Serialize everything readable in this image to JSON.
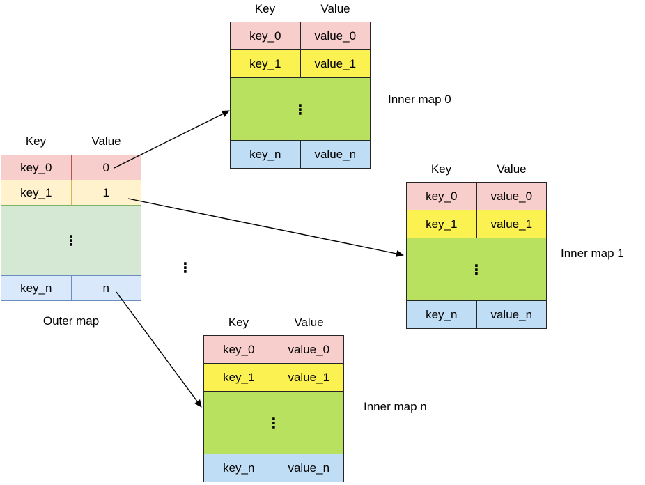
{
  "maps": [
    {
      "label": "Outer map",
      "headers": {
        "key": "Key",
        "value": "Value"
      },
      "rows": [
        {
          "key": "key_0",
          "value": "0"
        },
        {
          "key": "key_1",
          "value": "1"
        },
        {
          "ellipsis": "⋮"
        },
        {
          "key": "key_n",
          "value": "n"
        }
      ]
    },
    {
      "label": "Inner map 0",
      "headers": {
        "key": "Key",
        "value": "Value"
      },
      "rows": [
        {
          "key": "key_0",
          "value": "value_0"
        },
        {
          "key": "key_1",
          "value": "value_1"
        },
        {
          "ellipsis": "⋮"
        },
        {
          "key": "key_n",
          "value": "value_n"
        }
      ]
    },
    {
      "label": "Inner map 1",
      "headers": {
        "key": "Key",
        "value": "Value"
      },
      "rows": [
        {
          "key": "key_0",
          "value": "value_0"
        },
        {
          "key": "key_1",
          "value": "value_1"
        },
        {
          "ellipsis": "⋮"
        },
        {
          "key": "key_n",
          "value": "value_n"
        }
      ]
    },
    {
      "label": "Inner map n",
      "headers": {
        "key": "Key",
        "value": "Value"
      },
      "rows": [
        {
          "key": "key_0",
          "value": "value_0"
        },
        {
          "key": "key_1",
          "value": "value_1"
        },
        {
          "ellipsis": "⋮"
        },
        {
          "key": "key_n",
          "value": "value_n"
        }
      ]
    }
  ],
  "between_maps_ellipsis": "⋮",
  "arrows": [
    {
      "from": "Outer map value 0",
      "to": "Inner map 0"
    },
    {
      "from": "Outer map value 1",
      "to": "Inner map 1"
    },
    {
      "from": "Outer map value n",
      "to": "Inner map n"
    }
  ],
  "colors": {
    "background": "#ffffff",
    "text": "#000000",
    "arrow": "#000000",
    "outer_rows": [
      {
        "fill": "#f8cecc",
        "stroke": "#b85450"
      },
      {
        "fill": "#fff2cc",
        "stroke": "#d6b656"
      },
      {
        "fill": "#d5e8d4",
        "stroke": "#82b366"
      },
      {
        "fill": "#dae8fc",
        "stroke": "#6c8ebf"
      }
    ],
    "inner_rows": [
      {
        "fill": "#f8cecc",
        "stroke": "#262626"
      },
      {
        "fill": "#fbf151",
        "stroke": "#262626"
      },
      {
        "fill": "#b8e15f",
        "stroke": "#262626"
      },
      {
        "fill": "#bfddf4",
        "stroke": "#262626"
      }
    ]
  }
}
